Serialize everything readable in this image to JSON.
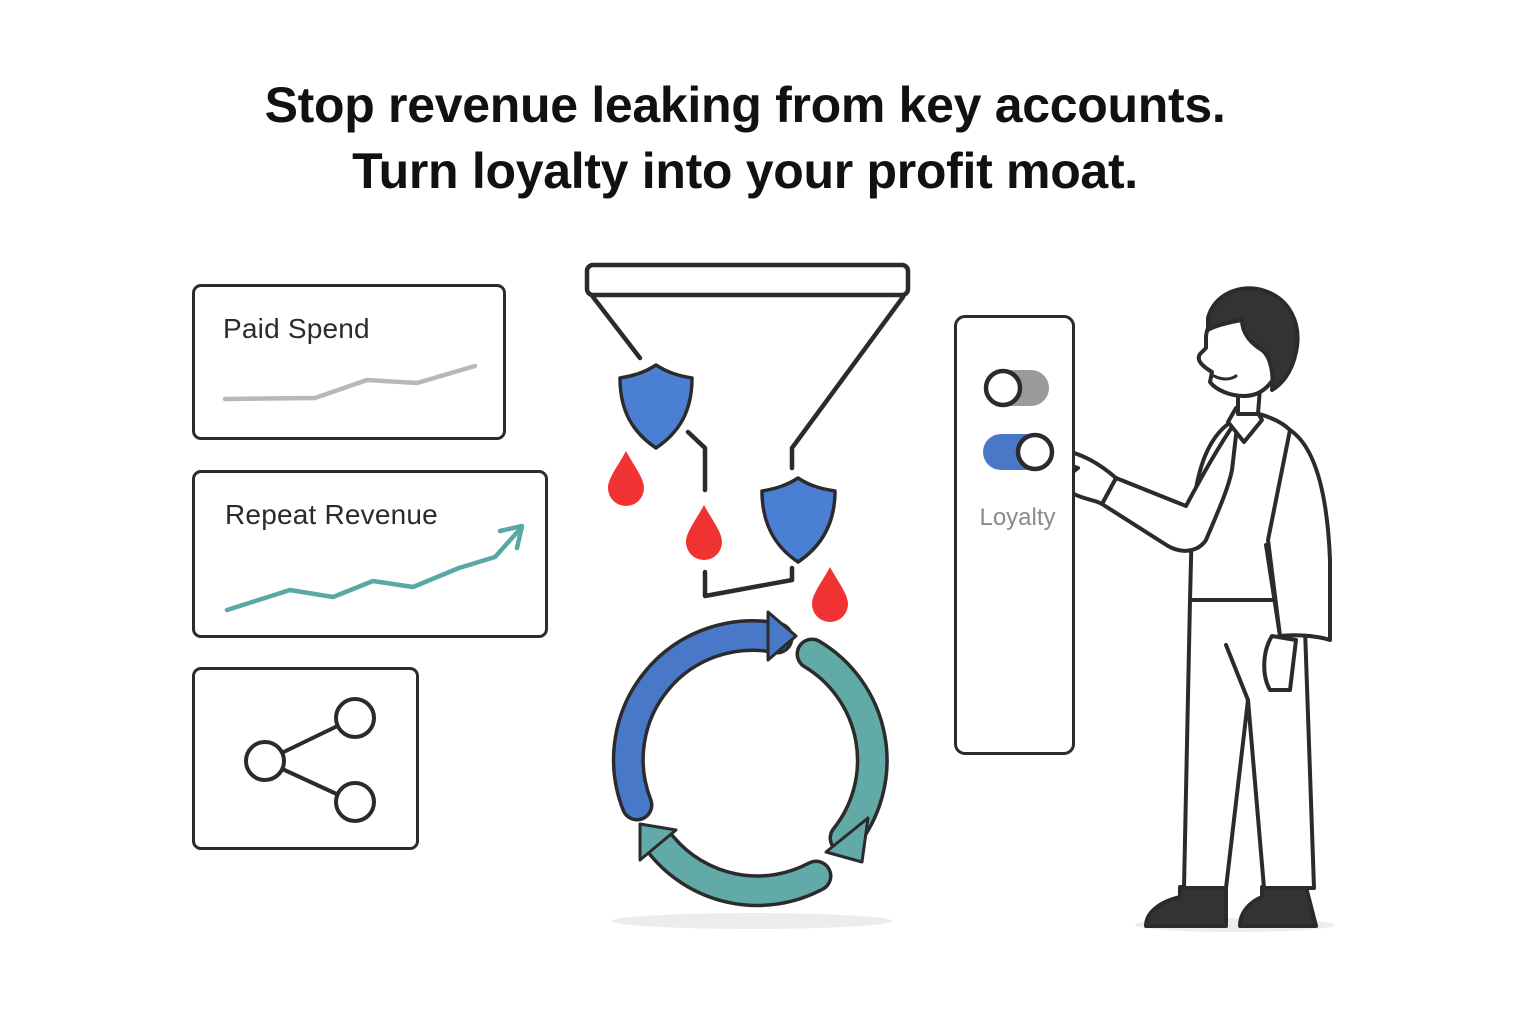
{
  "headline": {
    "line1": "Stop revenue leaking from key accounts.",
    "line2": "Turn loyalty into your profit moat."
  },
  "cards": {
    "paid_spend": {
      "title": "Paid Spend",
      "line_color": "#b8b8b8"
    },
    "repeat_revenue": {
      "title": "Repeat Revenue",
      "line_color": "#5aa8a6"
    },
    "share": {
      "icon": "share-icon"
    }
  },
  "toggle_panel": {
    "label": "Loyalty",
    "toggle_off": {
      "state": "off",
      "color": "#9a9a9a"
    },
    "toggle_on": {
      "state": "on",
      "color": "#4a78c8"
    }
  },
  "colors": {
    "outline": "#2b2b2b",
    "shield_blue": "#4a7fd4",
    "drop_red": "#f03232",
    "cycle_blue": "#4a78c8",
    "cycle_teal": "#62aaa8",
    "hair": "#333333"
  },
  "icons": [
    "funnel-icon",
    "shield-icon",
    "drop-icon",
    "cycle-arrows-icon",
    "share-icon",
    "person-figure"
  ]
}
